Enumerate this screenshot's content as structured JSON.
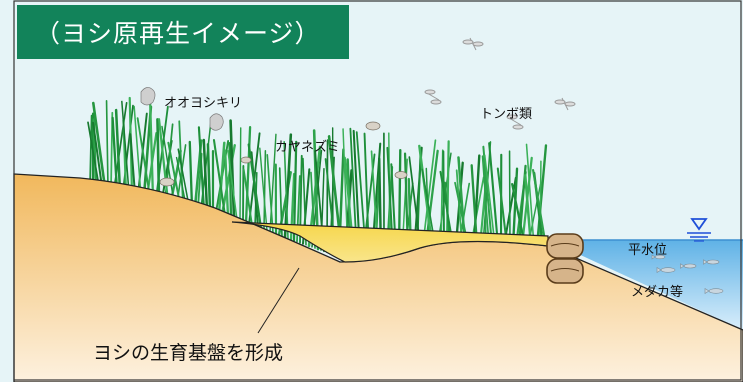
{
  "title": "（ヨシ原再生イメージ）",
  "labels": {
    "great_reed_warbler": "オオヨシキリ",
    "harvest_mouse": "カヤネズミ",
    "dragonflies": "トンボ類",
    "normal_water_level": "平水位",
    "medaka": "メダカ等"
  },
  "caption": "ヨシの生育基盤を形成",
  "colors": {
    "title_bg": "#12835a",
    "sky": "#e6f4f7",
    "soil_top": "#f1b85c",
    "soil_bottom": "#fdf1df",
    "new_soil": "#f4d24a",
    "reed": "#1e8f3a",
    "water": "#64b6e8",
    "water_level_marker": "#1f4fd8"
  },
  "icons": [
    "bird-icon",
    "dragonfly-icon",
    "mouse-icon",
    "fish-icon",
    "sandbag-icon",
    "water-level-triangle-icon"
  ]
}
